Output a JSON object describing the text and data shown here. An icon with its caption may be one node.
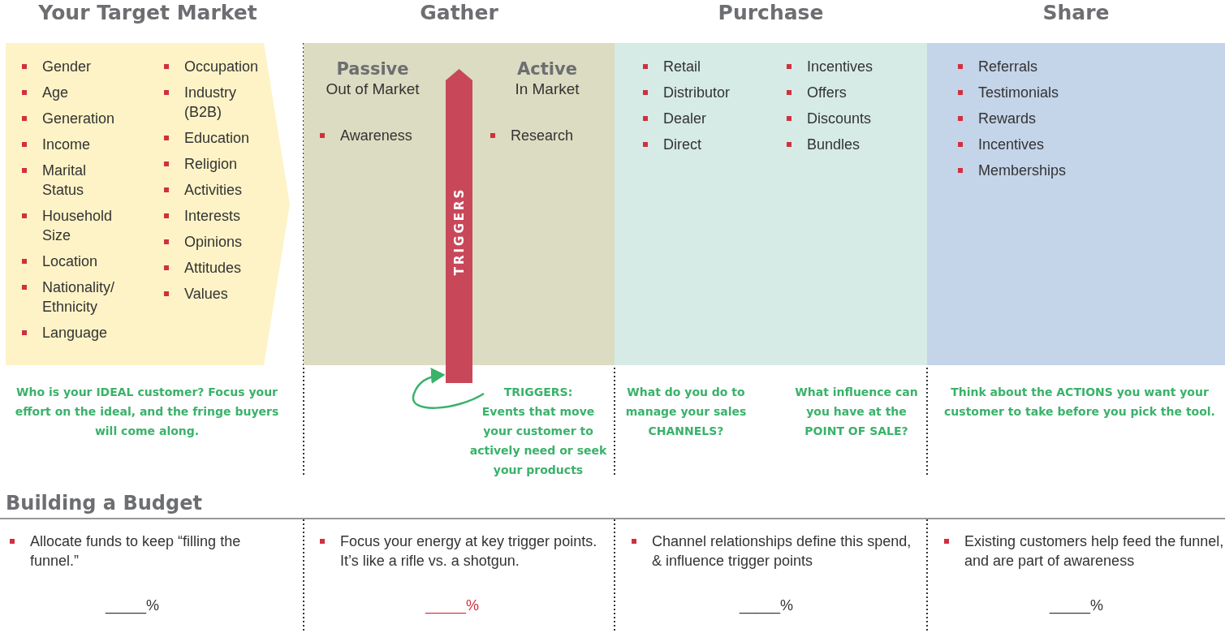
{
  "diagram": {
    "nodes": [
      {
        "text": [
          "Your Target Market",
          "Gender",
          "Age",
          "Generation",
          "Income",
          "Marital Status",
          "Household Size",
          "Location",
          "Nationality/ Ethnicity",
          "Language",
          "Occupation",
          "Industry (B2B)",
          "Education",
          "Religion",
          "Activities",
          "Interests",
          "Opinions",
          "Attitudes",
          "Values"
        ]
      },
      {
        "text": [
          "Gather"
        ]
      },
      {
        "text": [
          "Passive",
          "Out of Market",
          "Awareness"
        ],
        "in": 1
      },
      {
        "text": [
          "Active",
          "In Market",
          "Research"
        ],
        "in": 1
      },
      {
        "text": [
          "TRIGGERS"
        ]
      },
      {
        "text": [
          "Purchase",
          "Retail",
          "Distributor",
          "Dealer",
          "Direct",
          "Incentives",
          "Offers",
          "Discounts",
          "Bundles"
        ]
      },
      {
        "text": [
          "Share",
          "Referrals",
          "Testimonials",
          "Rewards",
          "Incentives",
          "Memberships"
        ]
      },
      {
        "text": [
          "TRIGGERS:",
          "Events that move your customer to actively need or seek your products"
        ]
      }
    ],
    "edges": [
      {
        "from": 7,
        "to": 4,
        "arrow": "to"
      }
    ],
    "labels": [
      "Who is your IDEAL customer? Focus your effort on the ideal, and the fringe buyers will come along.",
      "What do you do to manage your sales CHANNELS?",
      "What influence can you have at the POINT OF SALE?",
      "Think about the ACTIONS you want your customer to take before you pick the tool.",
      "Building a Budget",
      "Allocate funds to keep “filling the funnel.”",
      "Focus your energy at key trigger points. It’s like a rifle vs. a shotgun.",
      "Channel relationships define this spend, & influence trigger points",
      "Existing customers help feed the funnel, and are part of awareness",
      "_____%",
      "_____%",
      "_____%",
      "_____%"
    ]
  }
}
